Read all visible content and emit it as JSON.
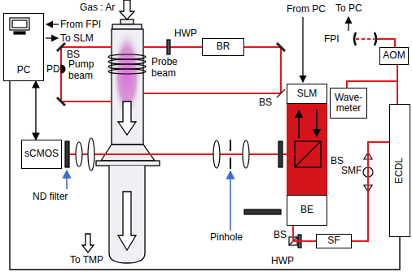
{
  "diagram": {
    "nodes": [
      {
        "text": [
          "PC"
        ]
      },
      {
        "text": [
          "BR"
        ]
      },
      {
        "text": [
          "SLM"
        ]
      },
      {
        "text": [
          "AOM"
        ]
      },
      {
        "text": [
          "Wave-meter"
        ]
      },
      {
        "text": [
          "ECDL"
        ]
      },
      {
        "text": [
          "sCMOS"
        ]
      },
      {
        "text": [
          "BE"
        ]
      },
      {
        "text": [
          "SF"
        ]
      }
    ],
    "edges": [
      {
        "from": 0,
        "to": 6,
        "arrow": "both"
      },
      {
        "from": 5,
        "to": 3,
        "arrow": "none"
      },
      {
        "from": 5,
        "to": 8,
        "arrow": "none"
      },
      {
        "from": 8,
        "to": 7,
        "arrow": "none"
      },
      {
        "from": 0,
        "to": 5,
        "arrow": "none"
      }
    ],
    "labels": [
      "Gas : Ar",
      "From FPI",
      "To SLM",
      "BS",
      "Pump beam",
      "PD",
      "HWP",
      "Probe beam",
      "BS",
      "From PC",
      "To PC",
      "FPI",
      "BS",
      "SMF",
      "ND filter",
      "Pinhole",
      "To TMP",
      "BS",
      "HWP"
    ]
  }
}
